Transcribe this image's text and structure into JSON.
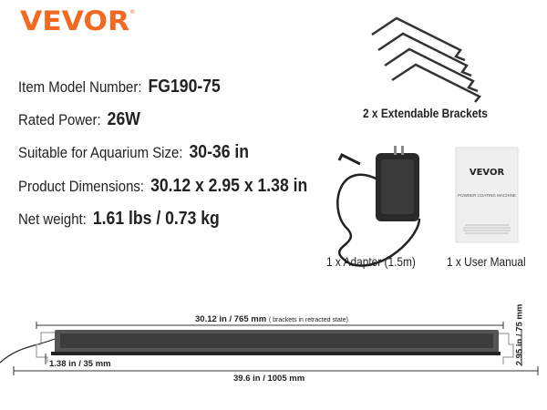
{
  "brand": {
    "name": "VEVOR",
    "mark": "®",
    "color": "#f26a21"
  },
  "specs": [
    {
      "label": "Item Model Number:",
      "value": "FG190-75"
    },
    {
      "label": "Rated Power:",
      "value": "26W"
    },
    {
      "label": "Suitable for Aquarium Size:",
      "value": "30-36 in"
    },
    {
      "label": "Product Dimensions:",
      "value": "30.12 x 2.95 x 1.38 in"
    },
    {
      "label": "Net weight:",
      "value": "1.61 lbs / 0.73 kg"
    }
  ],
  "accessories": {
    "brackets": "2 x Extendable Brackets",
    "adapter": "1 x Adapter (1.5m)",
    "manual": "1 x User Manual",
    "manual_cover": {
      "brand": "VEVOR",
      "title": "POWDER COATING MACHINE"
    }
  },
  "dimensions": {
    "length_retracted": "30.12 in / 765 mm",
    "length_note": "( brackets in retracted state)",
    "height": "1.38 in / 35 mm",
    "total_length": "39.6 in / 1005 mm",
    "width": "2.95 in / 75 mm"
  }
}
